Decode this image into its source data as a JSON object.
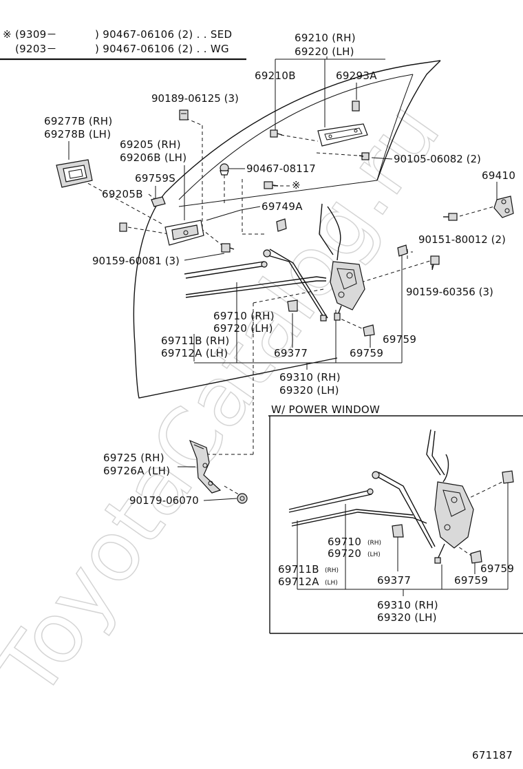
{
  "header": {
    "mark": "※",
    "row1_date": "(9309－",
    "row1_part": ") 90467-06106 (2) . . SED",
    "row2_date": "(9203－",
    "row2_part": ") 90467-06106 (2) . . WG"
  },
  "watermark": "ToyotaCatalog.ru",
  "labels": {
    "l69210": "69210 (RH)",
    "l69220": "69220 (LH)",
    "l69210B": "69210B",
    "l69293A": "69293A",
    "l90189": "90189-06125 (3)",
    "l69277B": "69277B (RH)",
    "l69278B": "69278B (LH)",
    "l69205": "69205   (RH)",
    "l69206B": "69206B (LH)",
    "l90467": "90467-08117",
    "l90105": "90105-06082 (2)",
    "l69759S": "69759S",
    "l69205B": "69205B",
    "l69410": "69410",
    "l69749A": "69749A",
    "l90151": "90151-80012 (2)",
    "l90159a": "90159-60081 (3)",
    "l90159b": "90159-60356 (3)",
    "l69710": "69710 (RH)",
    "l69720": "69720 (LH)",
    "l69711B": "69711B (RH)",
    "l69712A": "69712A (LH)",
    "l69377": "69377",
    "l69759a": "69759",
    "l69759b": "69759",
    "l69310": "69310 (RH)",
    "l69320": "69320 (LH)",
    "l69725": "69725   (RH)",
    "l69726A": "69726A (LH)",
    "l90179": "90179-06070",
    "star_mark": "※"
  },
  "inset": {
    "title": "W/ POWER WINDOW",
    "l69710": "69710",
    "l69710_rh": "(RH)",
    "l69720": "69720",
    "l69720_lh": "(LH)",
    "l69711B": "69711B",
    "l69711B_rh": "(RH)",
    "l69712A": "69712A",
    "l69712A_lh": "(LH)",
    "l69377": "69377",
    "l69759a": "69759",
    "l69759b": "69759",
    "l69310": "69310 (RH)",
    "l69320": "69320 (LH)"
  },
  "footer": {
    "diagram_number": "671187"
  }
}
